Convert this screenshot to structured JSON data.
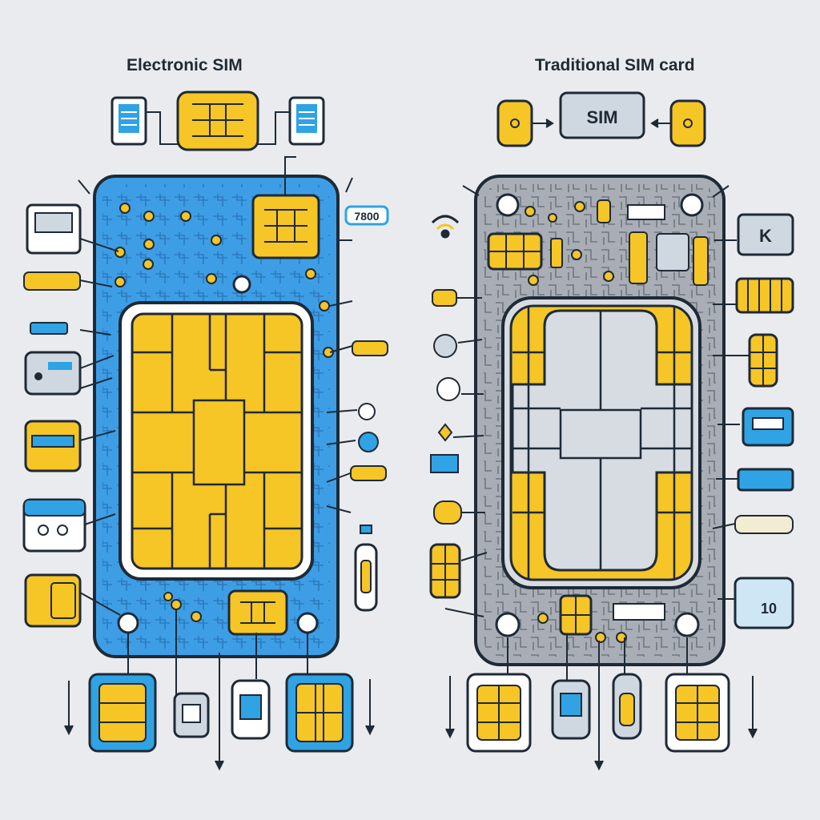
{
  "panels": {
    "left": {
      "title": "Electronic SIM",
      "tag": "7800"
    },
    "right": {
      "title": "Traditional SIM card",
      "center_label": "SIM",
      "tag_k": "K",
      "tag_10": "10"
    }
  },
  "colors": {
    "background": "#e9ebee",
    "esim_board": "#3d9ee6",
    "traditional_board": "#a9aeb6",
    "chip_gold": "#f6c526",
    "outline": "#1e2a36",
    "accent_blue": "#2fa3e4"
  },
  "icons": [
    "phone-icon",
    "sim-chip-icon",
    "wifi-icon",
    "nfc-icon",
    "arrow-icon"
  ]
}
